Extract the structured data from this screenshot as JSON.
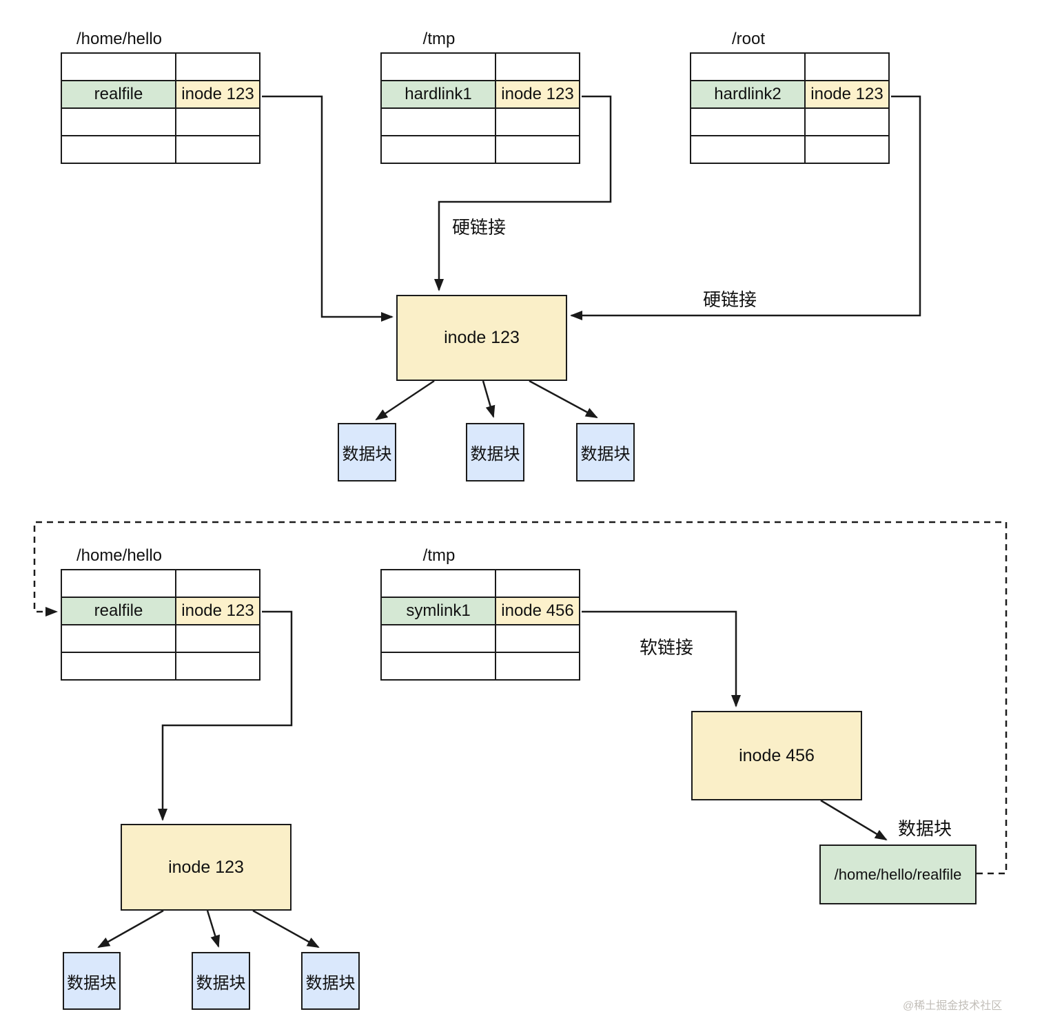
{
  "top_section": {
    "tables": [
      {
        "title": "/home/hello",
        "file": "realfile",
        "inode": "inode 123"
      },
      {
        "title": "/tmp",
        "file": "hardlink1",
        "inode": "inode 123"
      },
      {
        "title": "/root",
        "file": "hardlink2",
        "inode": "inode 123"
      }
    ],
    "inode_box_label": "inode 123",
    "hardlink_label_left": "硬链接",
    "hardlink_label_right": "硬链接",
    "data_blocks": [
      "数据块",
      "数据块",
      "数据块"
    ]
  },
  "bottom_section": {
    "tables": [
      {
        "title": "/home/hello",
        "file": "realfile",
        "inode": "inode 123"
      },
      {
        "title": "/tmp",
        "file": "symlink1",
        "inode": "inode 456"
      }
    ],
    "inode123_box_label": "inode 123",
    "inode456_box_label": "inode 456",
    "softlink_label": "软链接",
    "datablock_arrow_label": "数据块",
    "data_blocks": [
      "数据块",
      "数据块",
      "数据块"
    ],
    "realfile_path_box": "/home/hello/realfile"
  },
  "watermark": "@稀土掘金技术社区",
  "colors": {
    "cell_green": "#D5E8D4",
    "cell_yellow": "#FCF1CB",
    "inode_box_yellow": "#FAEFC8",
    "data_block_blue": "#DAE8FC",
    "realfile_box_green": "#D5E8D4",
    "line": "#1a1a1a"
  }
}
